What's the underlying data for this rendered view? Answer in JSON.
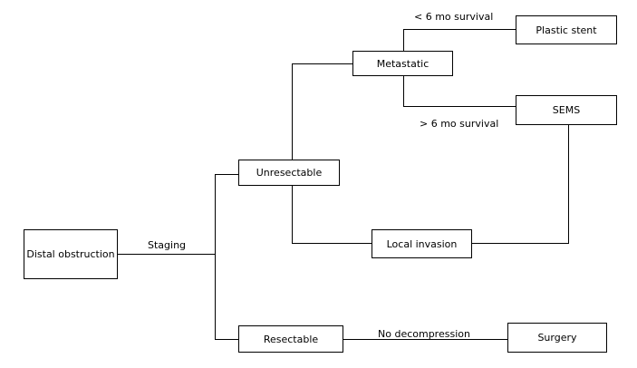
{
  "nodes": {
    "distal_obstruction": "Distal obstruction",
    "unresectable": "Unresectable",
    "resectable": "Resectable",
    "metastatic": "Metastatic",
    "local_invasion": "Local invasion",
    "plastic_stent": "Plastic stent",
    "sems": "SEMS",
    "surgery": "Surgery"
  },
  "edge_labels": {
    "staging": "Staging",
    "lt_6_mo": "< 6 mo survival",
    "gt_6_mo": "> 6 mo survival",
    "no_decompression": "No decompression"
  },
  "colors": {
    "line": "#000000",
    "box_border": "#000000",
    "background": "#ffffff"
  }
}
